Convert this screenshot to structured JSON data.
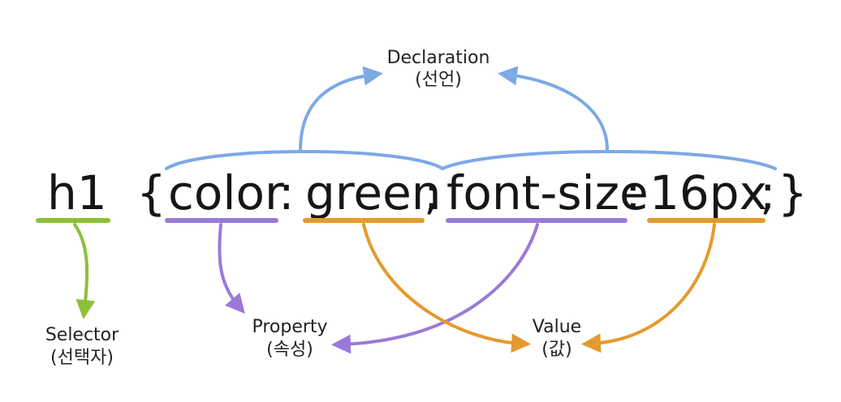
{
  "code": {
    "selector": "h1",
    "open_brace": "{",
    "property1": "color",
    "colon1": ":",
    "value1": "green",
    "semicolon1": ";",
    "property2": "font-size",
    "colon2": ":",
    "value2": "16px",
    "semicolon2": ";",
    "close_brace": "}"
  },
  "labels": {
    "declaration": "Declaration",
    "declaration_ko": "(선언)",
    "selector": "Selector",
    "selector_ko": "(선택자)",
    "property": "Property",
    "property_ko": "(속성)",
    "value": "Value",
    "value_ko": "(값)"
  },
  "colors": {
    "declaration": "#7ea8e6",
    "selector": "#8cc03a",
    "property": "#9a7ad8",
    "value": "#e39a2e",
    "text": "#161616"
  }
}
